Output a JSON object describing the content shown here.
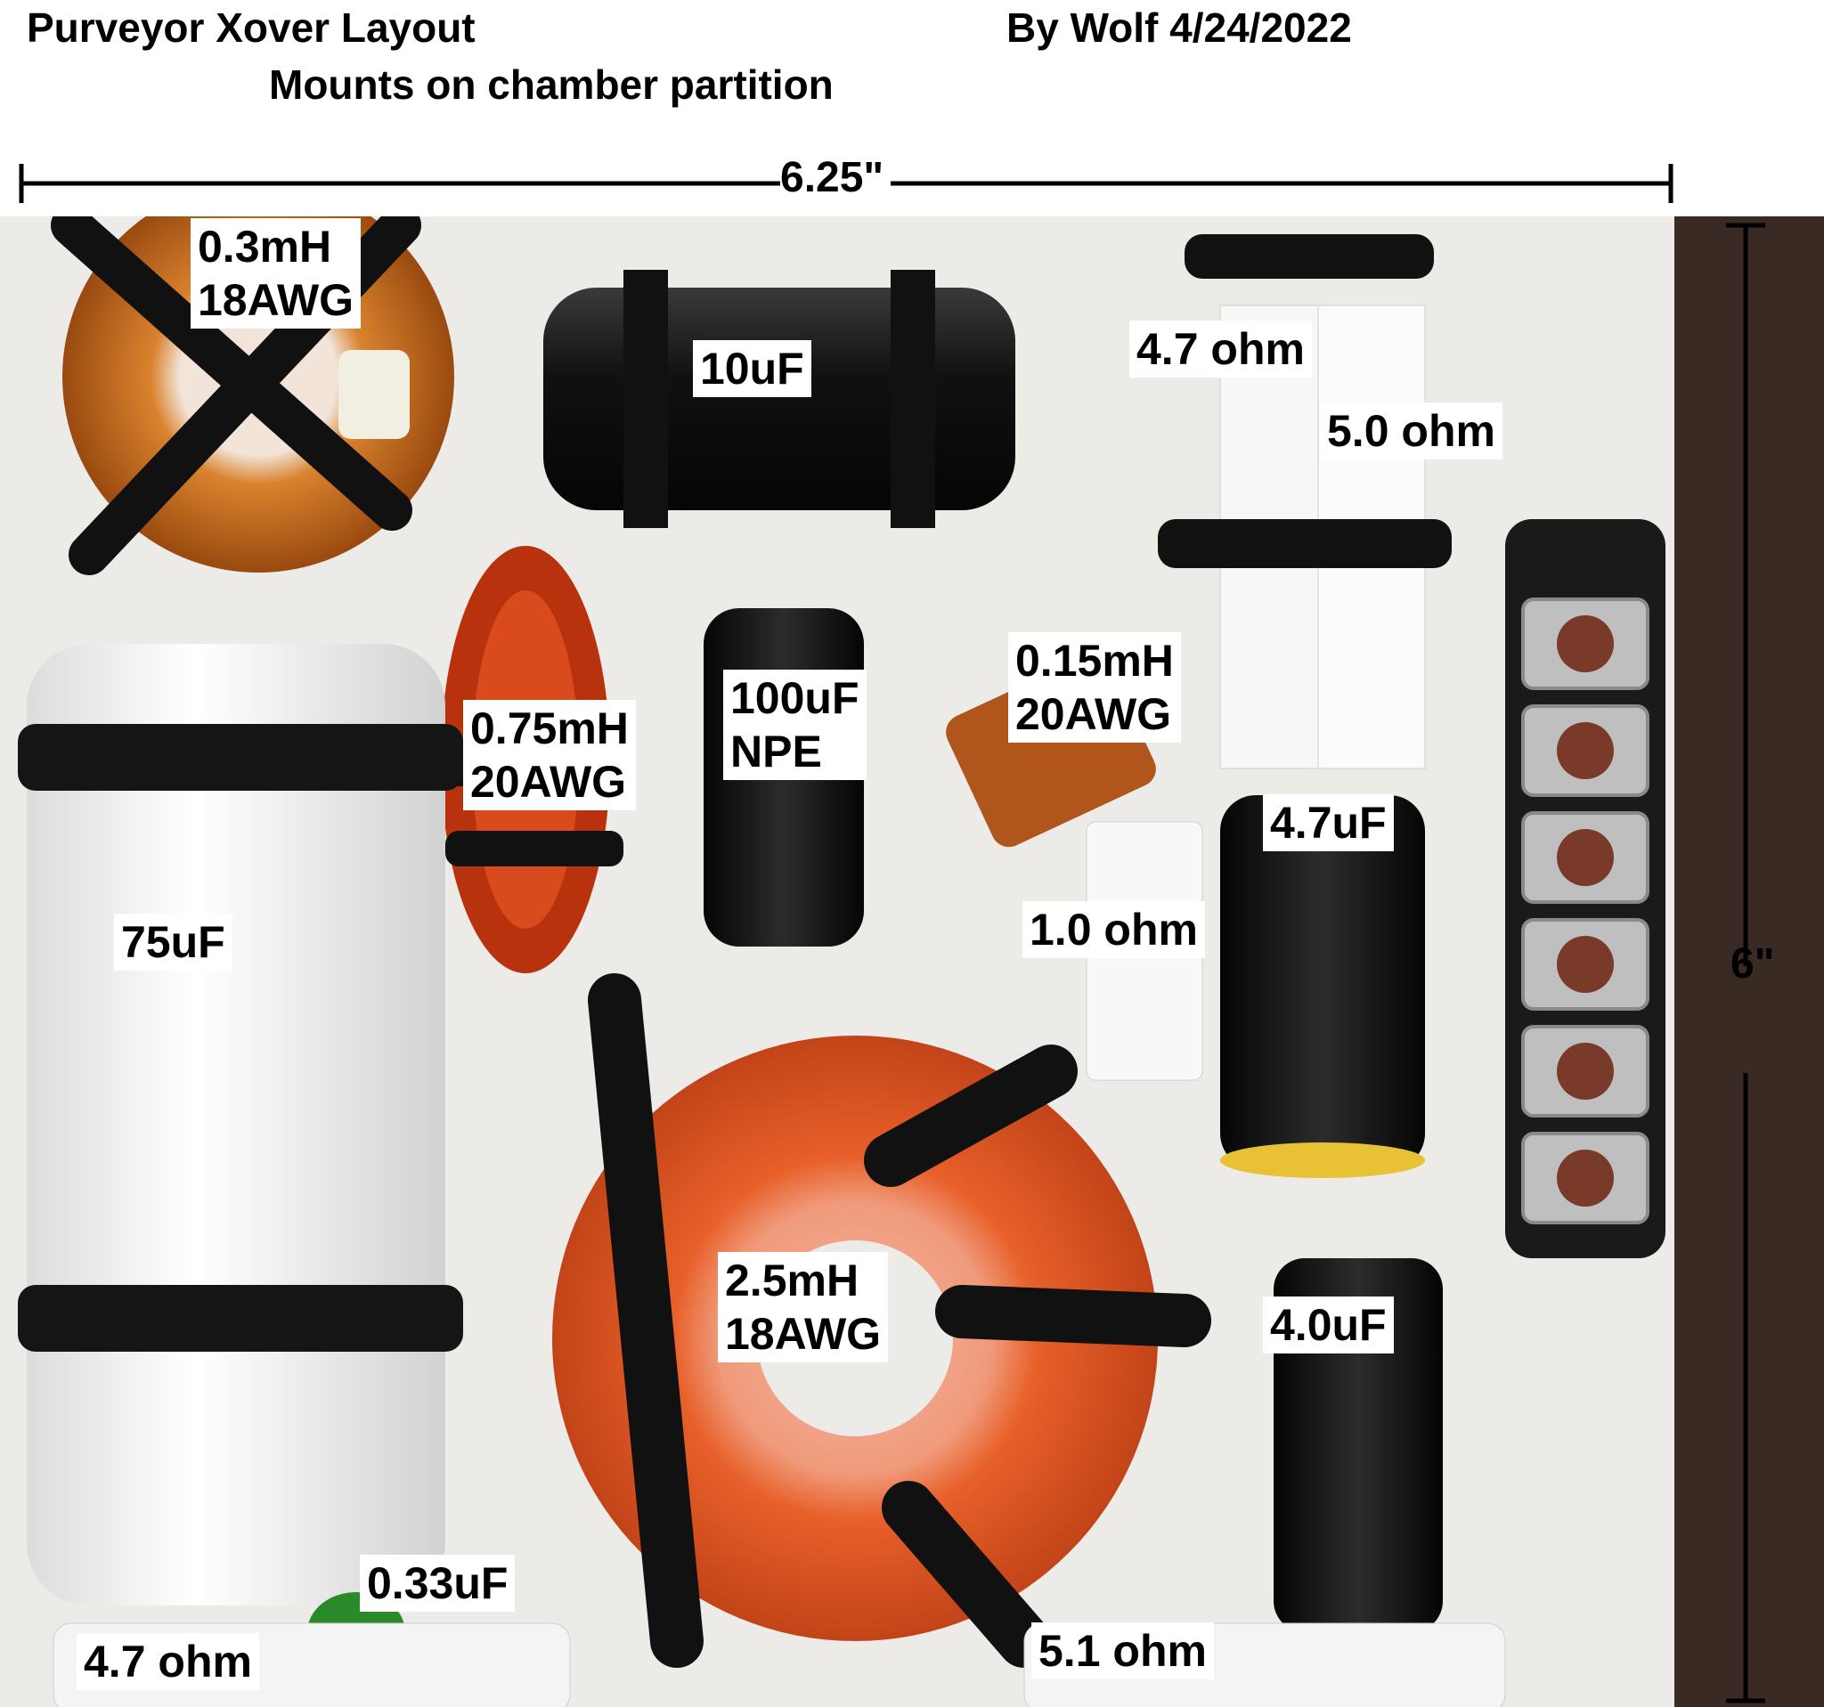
{
  "header": {
    "title": "Purveyor Xover Layout",
    "author_date": "By Wolf 4/24/2022",
    "subtitle": "Mounts on chamber partition"
  },
  "dimensions": {
    "width": "6.25\"",
    "height": "6\""
  },
  "components": [
    {
      "line1": "0.3mH",
      "line2": "18AWG"
    },
    {
      "line1": "10uF"
    },
    {
      "line1": "4.7 ohm"
    },
    {
      "line1": "5.0 ohm"
    },
    {
      "line1": "100uF",
      "line2": "NPE"
    },
    {
      "line1": "0.75mH",
      "line2": "20AWG"
    },
    {
      "line1": "0.15mH",
      "line2": "20AWG"
    },
    {
      "line1": "4.7uF"
    },
    {
      "line1": "75uF"
    },
    {
      "line1": "1.0 ohm"
    },
    {
      "line1": "2.5mH",
      "line2": "18AWG"
    },
    {
      "line1": "4.0uF"
    },
    {
      "line1": "0.33uF"
    },
    {
      "line1": "4.7 ohm"
    },
    {
      "line1": "5.1 ohm"
    }
  ],
  "colors": {
    "board": "#ecebe8",
    "copper_coil": "#e26a35",
    "black_parts": "#151515",
    "background_wall": "#3a2a24"
  }
}
